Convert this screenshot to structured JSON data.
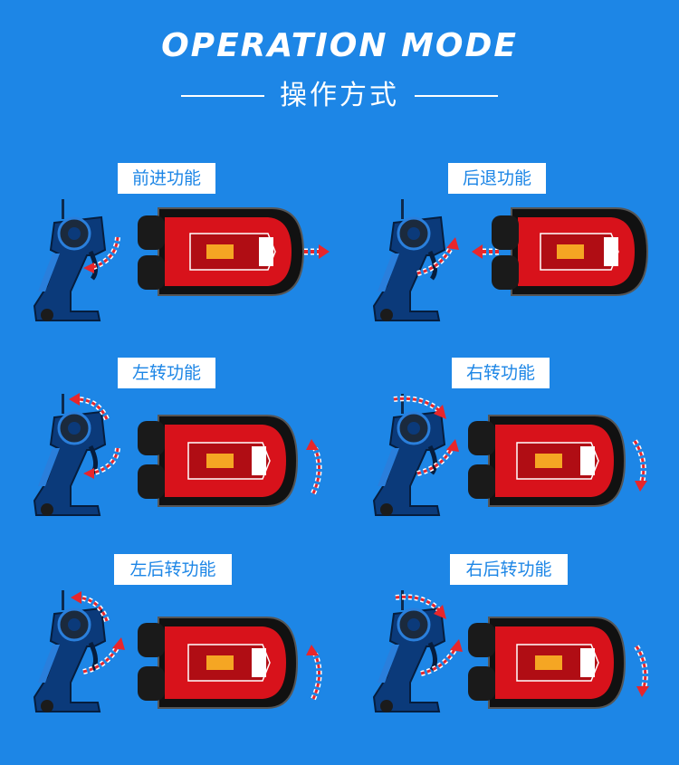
{
  "header": {
    "title": "OPERATION MODE",
    "subtitle": "操作方式"
  },
  "colors": {
    "background": "#1d86e6",
    "label_text": "#1d86e6",
    "arrow": "#e8262b",
    "boat_red": "#d8121b"
  },
  "modes": [
    {
      "label": "前进功能",
      "motion": "forward"
    },
    {
      "label": "后退功能",
      "motion": "backward"
    },
    {
      "label": "左转功能",
      "motion": "turn-left"
    },
    {
      "label": "右转功能",
      "motion": "turn-right"
    },
    {
      "label": "左后转功能",
      "motion": "reverse-left"
    },
    {
      "label": "右后转功能",
      "motion": "reverse-right"
    }
  ]
}
